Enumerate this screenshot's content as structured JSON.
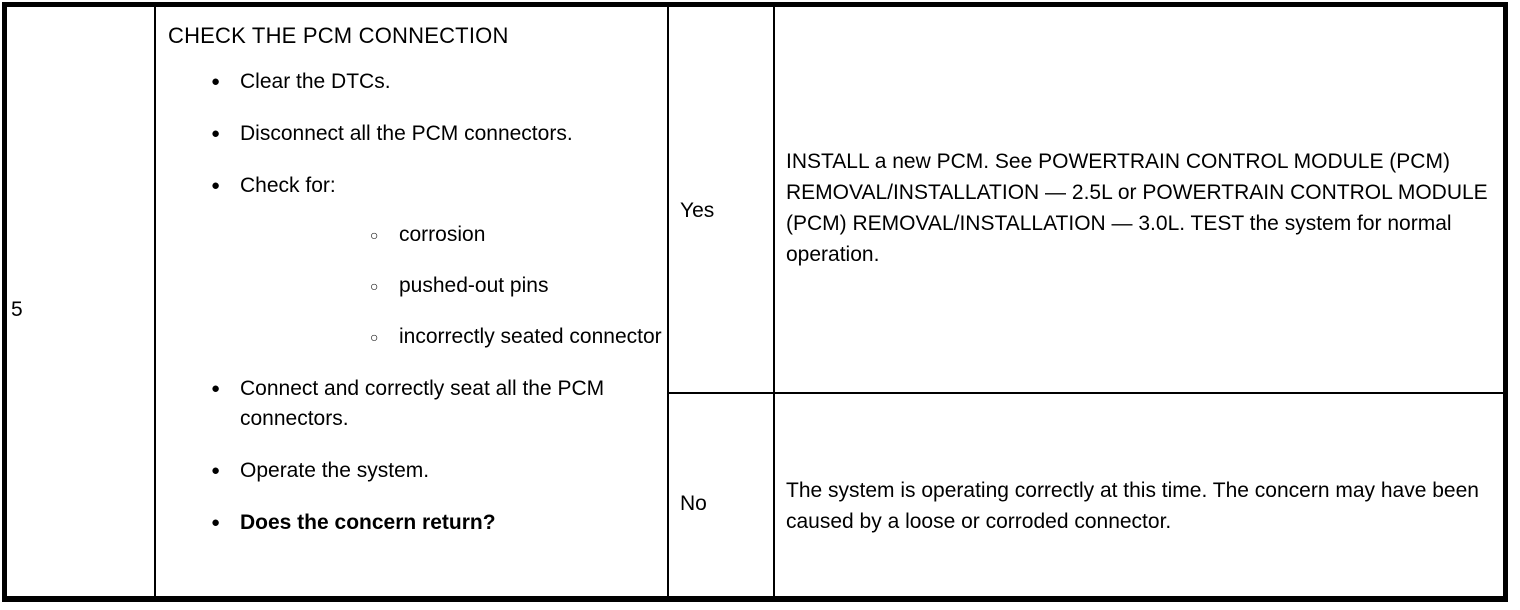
{
  "document": {
    "type": "diagnostic-procedure-table",
    "step_number": "5"
  },
  "procedure": {
    "title": "CHECK THE PCM CONNECTION",
    "bullet_marker": "●",
    "sub_bullet_marker": "○",
    "steps": [
      {
        "text": "Clear the DTCs.",
        "bold": false
      },
      {
        "text": "Disconnect all the PCM connectors.",
        "bold": false
      },
      {
        "text": "Check for:",
        "bold": false
      },
      {
        "text": "Connect and correctly seat all the PCM connectors.",
        "bold": false
      },
      {
        "text": "Operate the system.",
        "bold": false
      },
      {
        "text": "Does the concern return?",
        "bold": true
      }
    ],
    "check_for_items": [
      "corrosion",
      "pushed-out pins",
      "incorrectly seated connector"
    ]
  },
  "answers": [
    {
      "label": "Yes",
      "result": "INSTALL a new PCM. See POWERTRAIN CONTROL MODULE (PCM) REMOVAL/INSTALLATION — 2.5L or POWERTRAIN CONTROL MODULE (PCM) REMOVAL/INSTALLATION — 3.0L. TEST the system for normal operation."
    },
    {
      "label": "No",
      "result": "The system is operating correctly at this time. The concern may have been caused by a loose or corroded connector."
    }
  ],
  "colors": {
    "border": "#000000",
    "text": "#000000",
    "background": "#ffffff"
  }
}
